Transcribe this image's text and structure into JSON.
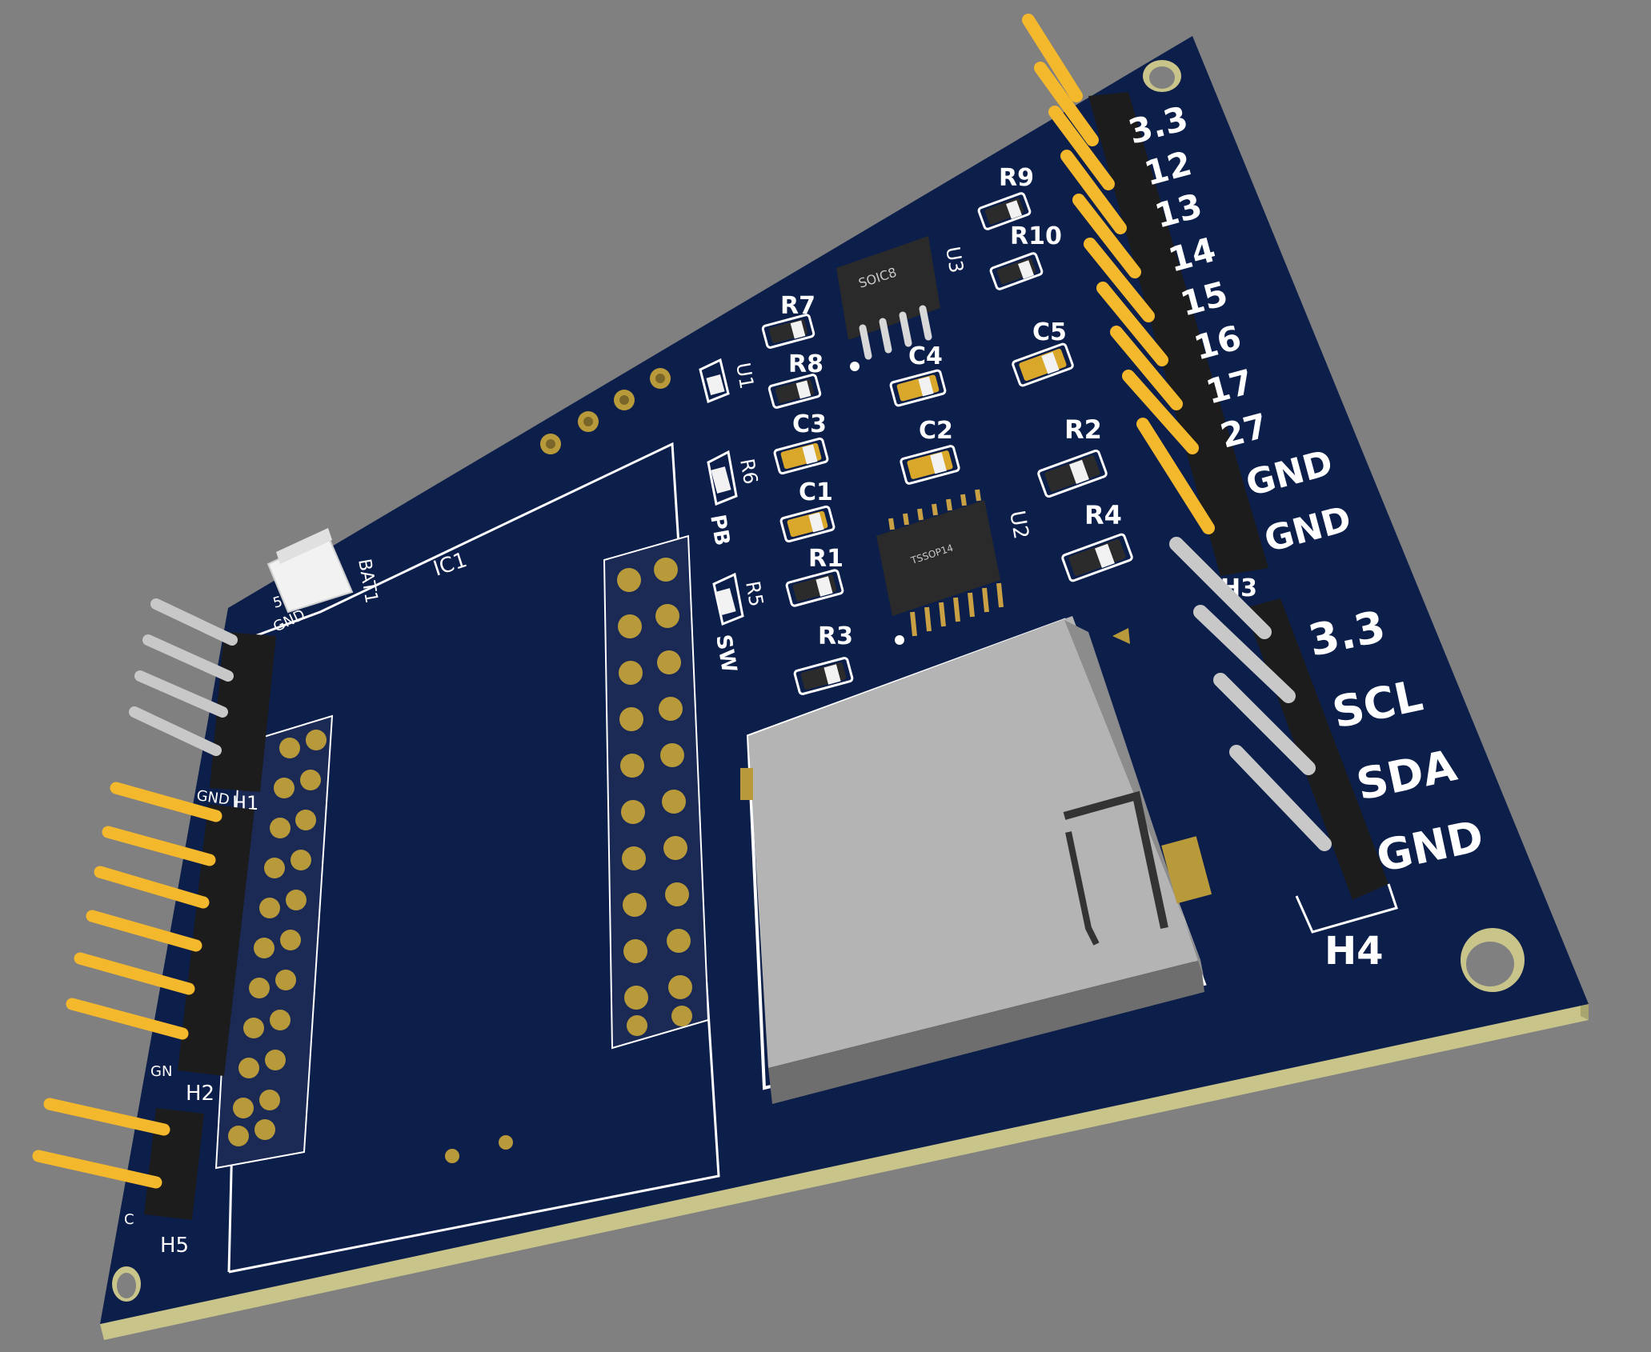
{
  "colors": {
    "background": "#808080",
    "board": "#0c1e4a",
    "board_edge": "#c9c48a",
    "silkscreen": "#ffffff",
    "gold_pin": "#f4b82c",
    "header_black": "#1c1c1c",
    "pad_gold": "#b99a3a"
  },
  "components": {
    "R1": "R1",
    "R2": "R2",
    "R3": "R3",
    "R4": "R4",
    "R5": "R5",
    "R6": "R6",
    "R7": "R7",
    "R8": "R8",
    "R9": "R9",
    "R10": "R10",
    "C1": "C1",
    "C2": "C2",
    "C3": "C3",
    "C4": "C4",
    "C5": "C5",
    "U1": "U1",
    "U2": "U2",
    "U3": "U3",
    "IC1": "IC1",
    "BAT1": "BAT1",
    "PB": "PB",
    "SW": "SW",
    "H1": "H1",
    "H2": "H2",
    "H4": "H4",
    "H5": "H5"
  },
  "chips": {
    "soic8": "SOIC8",
    "tssop14": "TSSOP14"
  },
  "battery": {
    "plus_label": "5",
    "gnd_label": "GND"
  },
  "side_labels": {
    "h1_gnd": "GND",
    "h2_gnd": "GN",
    "h5_label": "C"
  },
  "header_h3": {
    "ref": "H3",
    "pins": [
      "3.3",
      "12",
      "13",
      "14",
      "15",
      "16",
      "17",
      "27",
      "GND",
      "GND"
    ]
  },
  "header_h4": {
    "ref": "H4",
    "pins": [
      "3.3",
      "SCL",
      "SDA",
      "GND"
    ]
  }
}
